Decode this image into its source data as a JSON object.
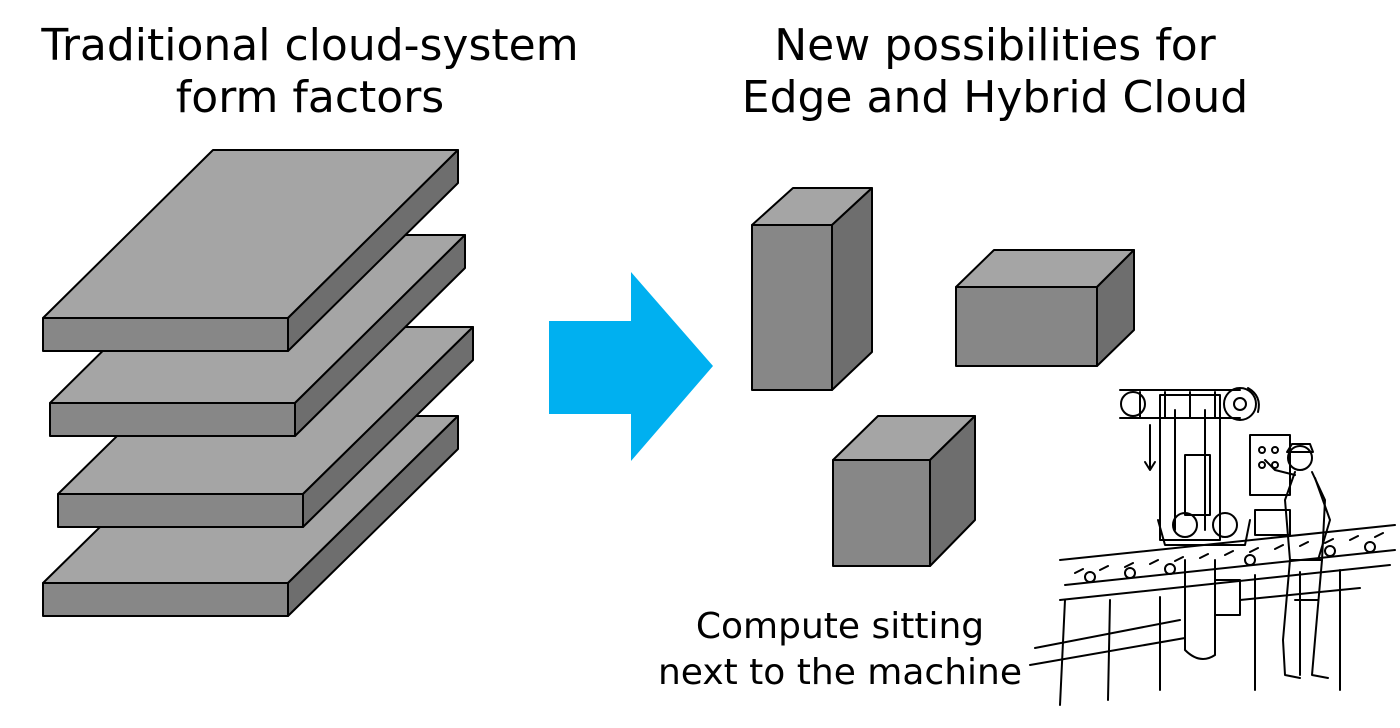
{
  "left_heading": {
    "line1": "Traditional cloud-system",
    "line2": "form factors"
  },
  "right_heading": {
    "line1": "New possibilities for",
    "line2": "Edge and Hybrid Cloud"
  },
  "caption": {
    "line1": "Compute sitting",
    "line2": "next to the machine"
  },
  "colors": {
    "box_top": "#a5a5a5",
    "box_front": "#878787",
    "box_side": "#6e6e6e",
    "arrow": "#00b0f0",
    "outline": "#000000"
  },
  "icons": {
    "arrow": "right-arrow-icon",
    "machine": "industrial-machine-operator-illustration"
  }
}
